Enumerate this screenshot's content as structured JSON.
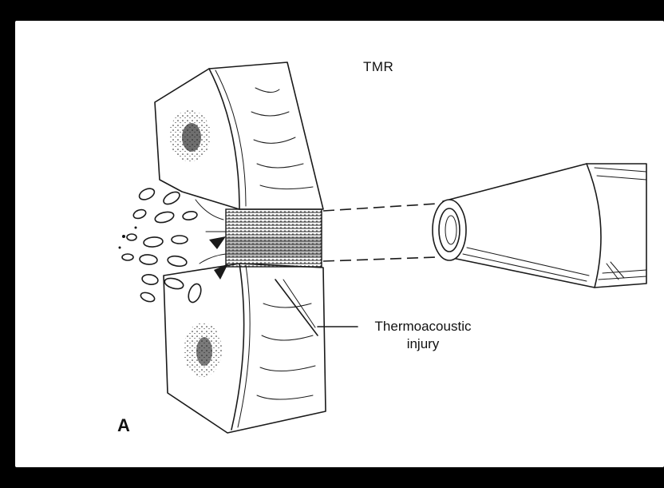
{
  "figure": {
    "title": "TMR",
    "annotation_line1": "Thermoacoustic",
    "annotation_line2": "injury",
    "panel_letter": "A"
  },
  "colors": {
    "background": "#000000",
    "panel": "#ffffff",
    "ink": "#1a1a1a"
  }
}
